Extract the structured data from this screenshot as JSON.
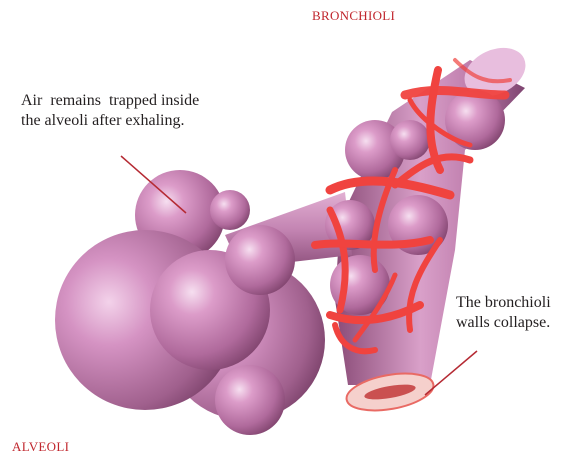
{
  "labels": {
    "bronchioli": "BRONCHIOLI",
    "alveoli": "ALVEOLI"
  },
  "annotations": {
    "trapped_air": {
      "line1": "Air  remains  trapped inside",
      "line2": "the alveoli after exhaling."
    },
    "walls_collapse": {
      "line1": "The bronchioli",
      "line2": "walls collapse."
    }
  },
  "colors": {
    "label_red": "#c0262d",
    "text_dark": "#231f20",
    "alveoli_pink": "#c97fb4",
    "alveoli_dark": "#7a3f68",
    "capillary_red": "#f0433f",
    "leader_line": "#b52a33"
  }
}
